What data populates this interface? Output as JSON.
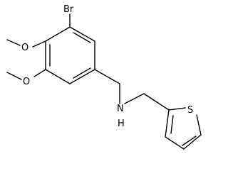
{
  "molecule": {
    "atoms": {
      "bromine": "Br",
      "oxygen_upper": "O",
      "oxygen_lower": "O",
      "nitrogen": "N",
      "hydrogen": "H",
      "sulfur": "S"
    }
  }
}
